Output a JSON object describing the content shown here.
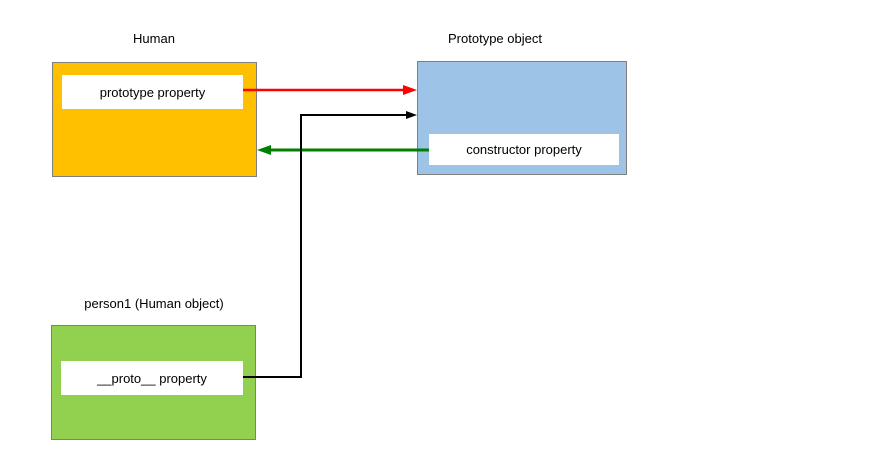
{
  "human": {
    "title": "Human",
    "property_label": "prototype property",
    "color": "#FFC000"
  },
  "prototype_object": {
    "title": "Prototype object",
    "property_label": "constructor property",
    "color": "#9DC3E6"
  },
  "person1": {
    "title": "person1 (Human object)",
    "property_label": "__proto__ property",
    "color": "#92D050"
  },
  "arrows": {
    "prototype_link_color": "#FF0000",
    "constructor_link_color": "#008000",
    "proto_link_color": "#000000"
  }
}
